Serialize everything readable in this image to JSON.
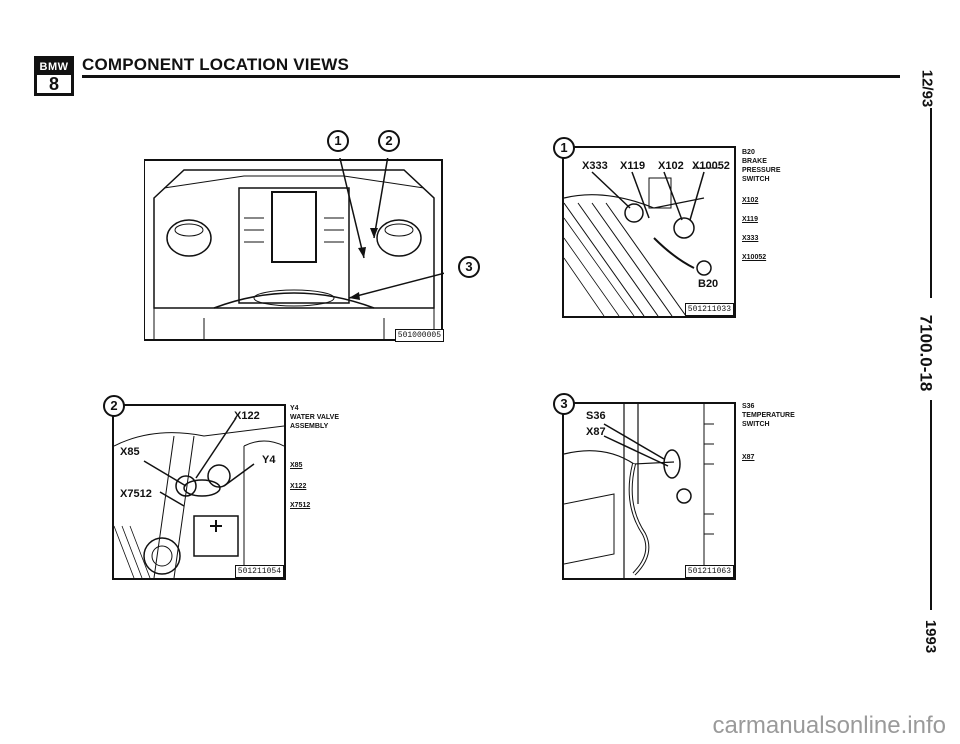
{
  "header": {
    "logo_top": "BMW",
    "logo_num": "8",
    "title": "COMPONENT LOCATION VIEWS"
  },
  "margin": {
    "date": "12/93",
    "code": "7100.0-18",
    "year": "1993"
  },
  "figures": {
    "overview": {
      "callouts": [
        "1",
        "2",
        "3"
      ],
      "id": "501000005"
    },
    "fig1": {
      "callout": "1",
      "id": "501211033",
      "labels": [
        "X333",
        "X119",
        "X102",
        "X10052",
        "B20"
      ],
      "caption_title": "B20",
      "caption_desc": [
        "BRAKE",
        "PRESSURE",
        "SWITCH"
      ],
      "caption_refs": [
        "X102",
        "X119",
        "X333",
        "X10052"
      ]
    },
    "fig2": {
      "callout": "2",
      "id": "501211054",
      "labels": [
        "X122",
        "X85",
        "Y4",
        "X7512"
      ],
      "caption_title": "Y4",
      "caption_desc": [
        "WATER VALVE",
        "ASSEMBLY"
      ],
      "caption_refs": [
        "X85",
        "X122",
        "X7512"
      ]
    },
    "fig3": {
      "callout": "3",
      "id": "501211063",
      "labels": [
        "S36",
        "X87"
      ],
      "caption_title": "S36",
      "caption_desc": [
        "TEMPERATURE",
        "SWITCH"
      ],
      "caption_refs": [
        "X87"
      ]
    }
  },
  "watermark": "carmanualsonline.info"
}
